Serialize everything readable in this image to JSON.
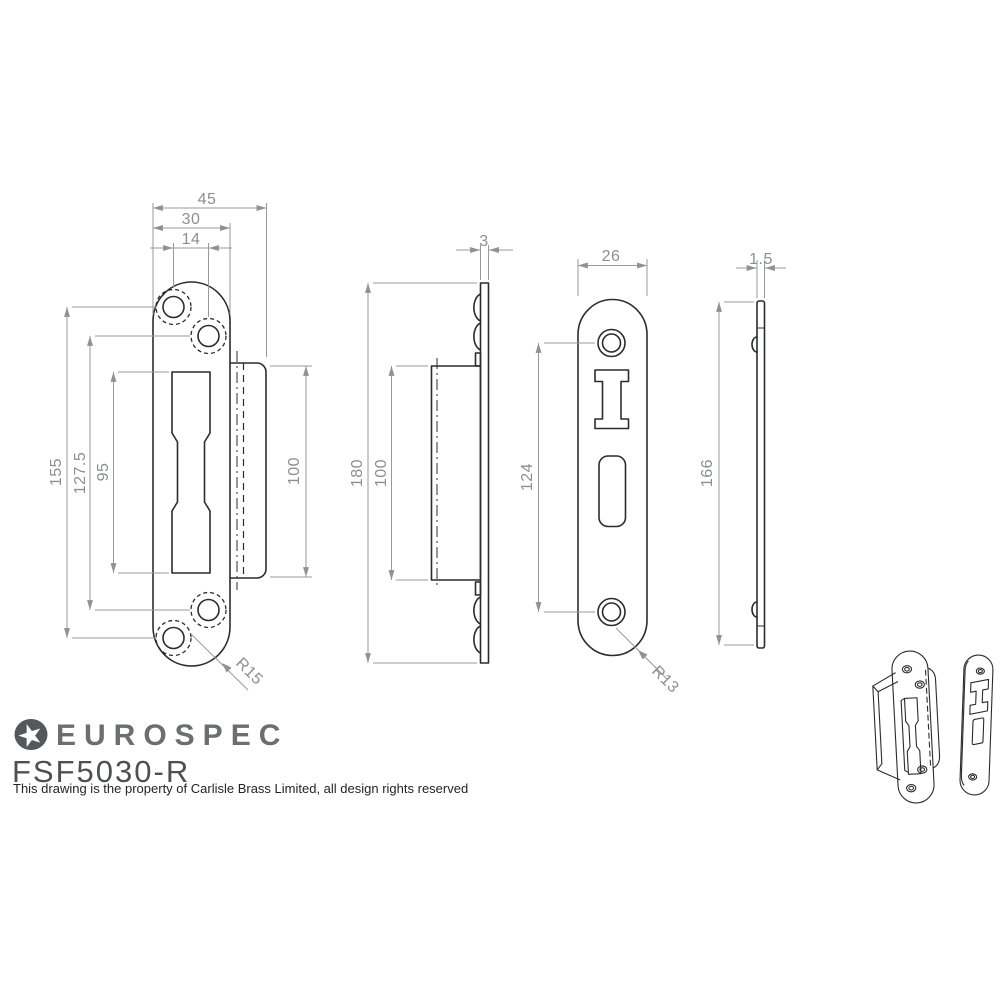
{
  "dims": {
    "overall_width": "45",
    "plate_width": "30",
    "hole_offset": "14",
    "outer_hole_spacing": "155",
    "inner_hole_spacing": "127.5",
    "slot_height": "95",
    "flange_height": "100",
    "front_corner_radius": "R15",
    "side_thickness": "3",
    "side_height": "180",
    "side_box_height": "100",
    "face_width": "26",
    "face_hole_spacing": "124",
    "face_corner_radius": "R13",
    "face_thickness": "1.5",
    "face_height": "166"
  },
  "footer": {
    "brand": "EUROSPEC",
    "model": "FSF5030-R",
    "disclaimer": "This drawing is the property of Carlisle Brass Limited, all design rights reserved",
    "star_glyph": "★"
  },
  "colors": {
    "outline": "#2b2c2e",
    "dimension_line": "#97999c",
    "dimension_text": "#8c8e91",
    "brand": "#6d6e71",
    "model": "#4f5052",
    "disclaimer": "#242426"
  }
}
